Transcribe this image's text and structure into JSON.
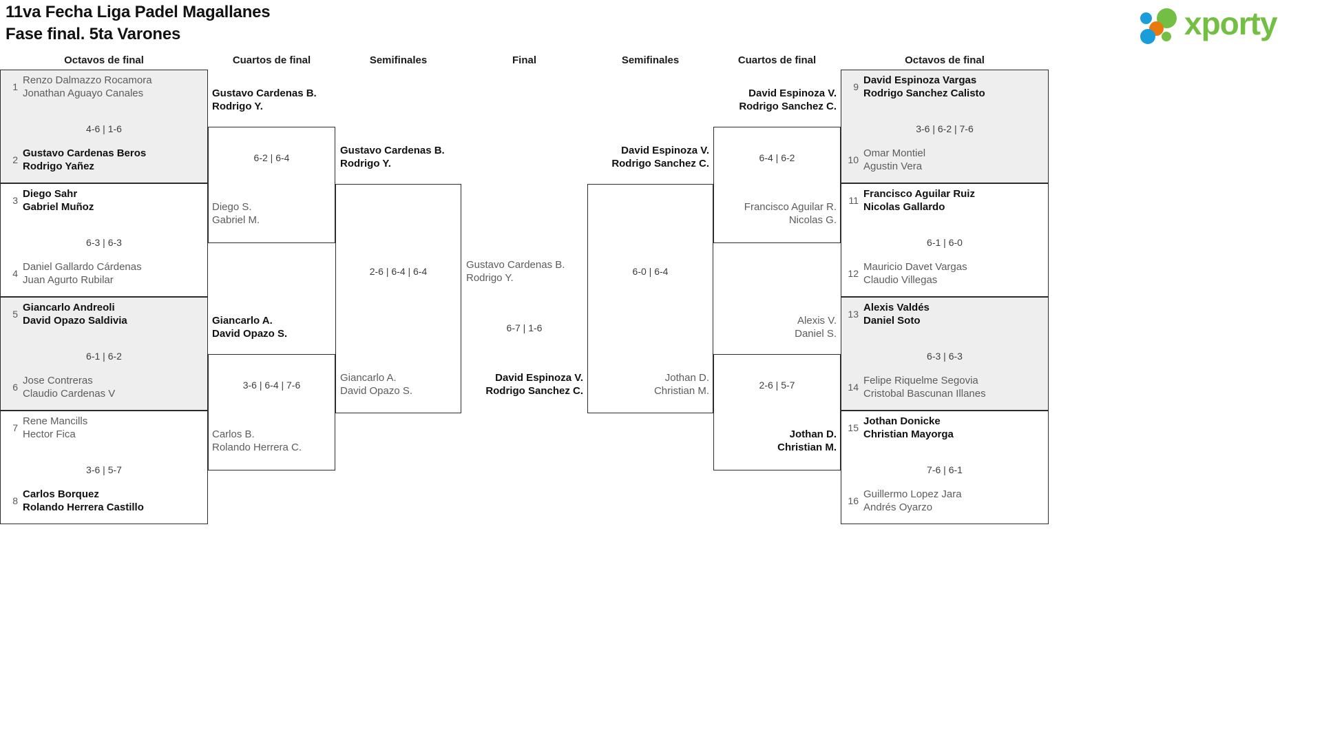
{
  "header": {
    "title_line1": "11va Fecha Liga Padel Magallanes",
    "title_line2": "Fase final. 5ta Varones",
    "logo_text": "xporty",
    "logo_colors": {
      "green": "#72bf44",
      "blue": "#1b9dd9",
      "orange": "#e8790c"
    }
  },
  "round_headers": {
    "left_r16": "Octavos de final",
    "left_qf": "Cuartos de final",
    "left_sf": "Semifinales",
    "final": "Final",
    "right_sf": "Semifinales",
    "right_qf": "Cuartos de final",
    "right_r16": "Octavos de final"
  },
  "left_r16": [
    {
      "shaded": true,
      "score": "4-6 | 1-6",
      "top": {
        "seed": "1",
        "result": "loser",
        "p1": "Renzo Dalmazzo Rocamora",
        "p2": "Jonathan Aguayo Canales"
      },
      "bottom": {
        "seed": "2",
        "result": "winner",
        "p1": "Gustavo Cardenas Beros",
        "p2": "Rodrigo Yañez"
      }
    },
    {
      "shaded": false,
      "score": "6-3 | 6-3",
      "top": {
        "seed": "3",
        "result": "winner",
        "p1": "Diego Sahr",
        "p2": "Gabriel Muñoz"
      },
      "bottom": {
        "seed": "4",
        "result": "loser",
        "p1": "Daniel Gallardo Cárdenas",
        "p2": "Juan Agurto Rubilar"
      }
    },
    {
      "shaded": true,
      "score": "6-1 | 6-2",
      "top": {
        "seed": "5",
        "result": "winner",
        "p1": "Giancarlo Andreoli",
        "p2": "David Opazo Saldivia"
      },
      "bottom": {
        "seed": "6",
        "result": "loser",
        "p1": "Jose Contreras",
        "p2": "Claudio Cardenas V"
      }
    },
    {
      "shaded": false,
      "score": "3-6 | 5-7",
      "top": {
        "seed": "7",
        "result": "loser",
        "p1": "Rene Mancills",
        "p2": "Hector Fica"
      },
      "bottom": {
        "seed": "8",
        "result": "winner",
        "p1": "Carlos Borquez",
        "p2": "Rolando Herrera Castillo"
      }
    }
  ],
  "right_r16": [
    {
      "shaded": true,
      "score": "3-6 | 6-2 | 7-6",
      "top": {
        "seed": "9",
        "result": "winner",
        "p1": "David Espinoza Vargas",
        "p2": "Rodrigo Sanchez Calisto"
      },
      "bottom": {
        "seed": "10",
        "result": "loser",
        "p1": "Omar Montiel",
        "p2": "Agustin Vera"
      }
    },
    {
      "shaded": false,
      "score": "6-1 | 6-0",
      "top": {
        "seed": "11",
        "result": "winner",
        "p1": "Francisco Aguilar Ruiz",
        "p2": "Nicolas Gallardo"
      },
      "bottom": {
        "seed": "12",
        "result": "loser",
        "p1": "Mauricio Davet Vargas",
        "p2": "Claudio Villegas"
      }
    },
    {
      "shaded": true,
      "score": "6-3 | 6-3",
      "top": {
        "seed": "13",
        "result": "winner",
        "p1": "Alexis Valdés",
        "p2": "Daniel Soto"
      },
      "bottom": {
        "seed": "14",
        "result": "loser",
        "p1": "Felipe Riquelme Segovia",
        "p2": "Cristobal Bascunan Illanes"
      }
    },
    {
      "shaded": false,
      "score": "7-6 | 6-1",
      "top": {
        "seed": "15",
        "result": "winner",
        "p1": "Jothan Donicke",
        "p2": "Christian Mayorga"
      },
      "bottom": {
        "seed": "16",
        "result": "loser",
        "p1": "Guillermo Lopez Jara",
        "p2": "Andrés Oyarzo"
      }
    }
  ],
  "left_qf": [
    {
      "score": "6-2 | 6-4",
      "top": {
        "result": "winner",
        "p1": "Gustavo Cardenas B.",
        "p2": "Rodrigo Y."
      },
      "bottom": {
        "result": "loser",
        "p1": "Diego S.",
        "p2": "Gabriel M."
      }
    },
    {
      "score": "3-6 | 6-4 | 7-6",
      "top": {
        "result": "winner",
        "p1": "Giancarlo A.",
        "p2": "David Opazo S."
      },
      "bottom": {
        "result": "loser",
        "p1": "Carlos B.",
        "p2": "Rolando Herrera C."
      }
    }
  ],
  "right_qf": [
    {
      "score": "6-4 | 6-2",
      "top": {
        "result": "winner",
        "p1": "David Espinoza V.",
        "p2": "Rodrigo Sanchez C."
      },
      "bottom": {
        "result": "loser",
        "p1": "Francisco Aguilar R.",
        "p2": "Nicolas G."
      }
    },
    {
      "score": "2-6 | 5-7",
      "top": {
        "result": "loser",
        "p1": "Alexis V.",
        "p2": "Daniel S."
      },
      "bottom": {
        "result": "winner",
        "p1": "Jothan D.",
        "p2": "Christian M."
      }
    }
  ],
  "left_sf": {
    "score": "2-6 | 6-4 | 6-4",
    "top": {
      "result": "winner",
      "p1": "Gustavo Cardenas B.",
      "p2": "Rodrigo Y."
    },
    "bottom": {
      "result": "loser",
      "p1": "Giancarlo A.",
      "p2": "David Opazo S."
    }
  },
  "right_sf": {
    "score": "6-0 | 6-4",
    "top": {
      "result": "winner",
      "p1": "David Espinoza V.",
      "p2": "Rodrigo Sanchez C."
    },
    "bottom": {
      "result": "loser",
      "p1": "Jothan D.",
      "p2": "Christian M."
    }
  },
  "final": {
    "score": "6-7 | 1-6",
    "top": {
      "result": "loser",
      "p1": "Gustavo Cardenas B.",
      "p2": "Rodrigo Y."
    },
    "bottom": {
      "result": "winner",
      "p1": "David Espinoza V.",
      "p2": "Rodrigo Sanchez C."
    }
  }
}
